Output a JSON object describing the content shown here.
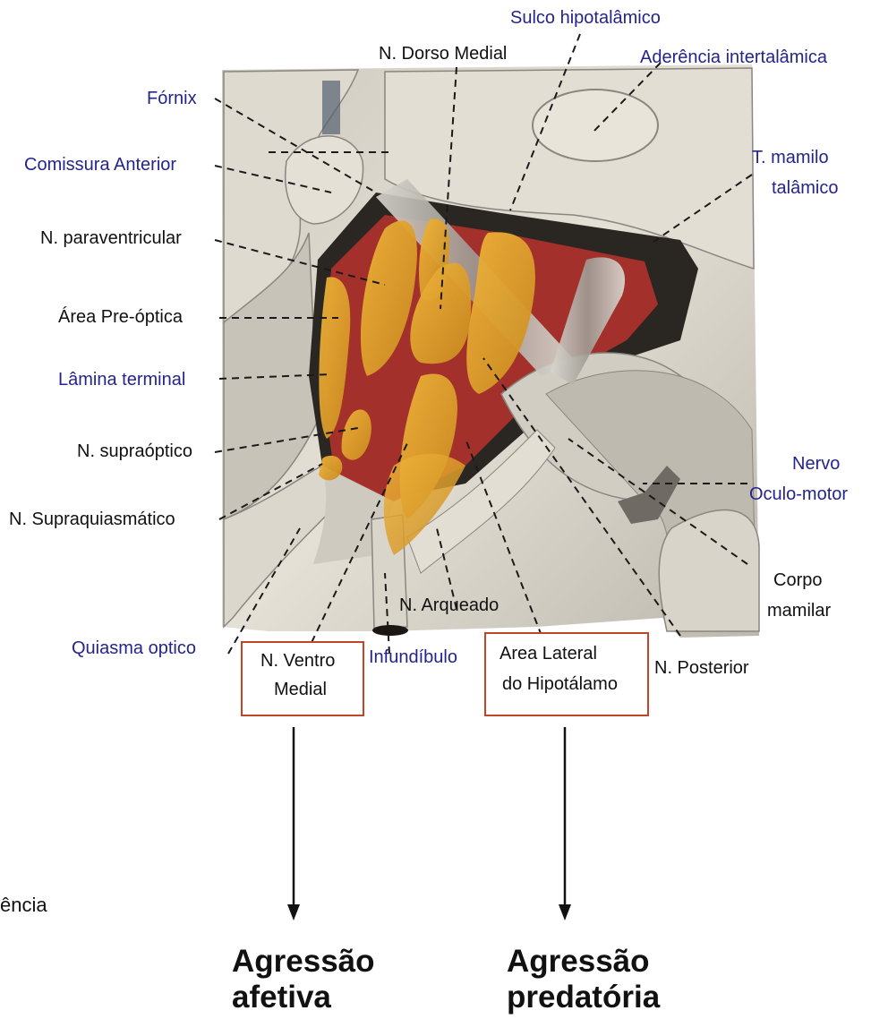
{
  "labels": {
    "sulco_hipotalamico": "Sulco hipotalâmico",
    "dorso_medial": "N. Dorso Medial",
    "aderencia": "Aderência intertalâmica",
    "fornix": "Fórnix",
    "comissura": "Comissura Anterior",
    "t_mamilo_1": "T. mamilo",
    "t_mamilo_2": "talâmico",
    "paraventricular": "N. paraventricular",
    "area_preoptica": "Área Pre-óptica",
    "lamina": "Lâmina terminal",
    "supraoptico": "N. supraóptico",
    "supraquiasmatico": "N. Supraquiasmático",
    "nervo_1": "Nervo",
    "nervo_2": "Oculo-motor",
    "corpo_1": "Corpo",
    "corpo_2": "mamilar",
    "arqueado": "N. Arqueado",
    "quiasma": "Quiasma optico",
    "ventro_1": "N. Ventro",
    "ventro_2": "Medial",
    "infundibulo": "Infundíbulo",
    "lateral_1": "Area Lateral",
    "lateral_2": "do Hipotálamo",
    "posterior": "N. Posterior"
  },
  "outcomes": {
    "left_1": "Agressão",
    "left_2": "afetiva",
    "right_1": "Agressão",
    "right_2": "predatória"
  },
  "side_text": "ência",
  "colors": {
    "nucleus": "#e0a22a",
    "hypothalamus_red": "#a3302a",
    "tissue": "#e6e1d6",
    "label_blue": "#24248c",
    "box_border": "#c0462a"
  }
}
